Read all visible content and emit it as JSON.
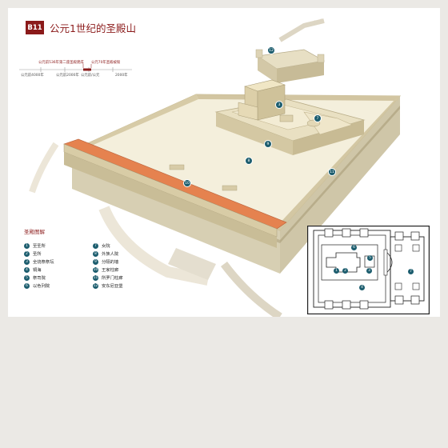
{
  "header": {
    "badge": "B11",
    "title": "公元1世纪的圣殿山"
  },
  "timeline": {
    "top_labels": [
      "公元前536年第二座圣殿建成",
      "公元70年圣殿被毁"
    ],
    "bottom_labels": [
      "公元前4000年",
      "公元前2000年",
      "公元前/公元",
      "2000年"
    ]
  },
  "legend": {
    "title": "圣殿图解",
    "items": [
      {
        "num": "1",
        "label": "至圣所"
      },
      {
        "num": "2",
        "label": "圣所"
      },
      {
        "num": "3",
        "label": "全烧祭祭坛"
      },
      {
        "num": "4",
        "label": "铜海"
      },
      {
        "num": "5",
        "label": "祭司院"
      },
      {
        "num": "6",
        "label": "以色列院"
      },
      {
        "num": "7",
        "label": "女院"
      },
      {
        "num": "8",
        "label": "外族人院"
      },
      {
        "num": "9",
        "label": "分隔的墙"
      },
      {
        "num": "10",
        "label": "王家柱廊"
      },
      {
        "num": "11",
        "label": "所罗门柱廊"
      },
      {
        "num": "12",
        "label": "安东尼亚堡"
      }
    ]
  },
  "markers": [
    "12",
    "3",
    "7",
    "9",
    "8",
    "10",
    "11"
  ],
  "plan_markers": [
    "6",
    "1",
    "2",
    "3",
    "5",
    "4",
    "7"
  ],
  "colors": {
    "accent": "#8b1a1a",
    "marker": "#1c5d6e",
    "roof": "#e8875a",
    "stone": "#f2ead2"
  }
}
